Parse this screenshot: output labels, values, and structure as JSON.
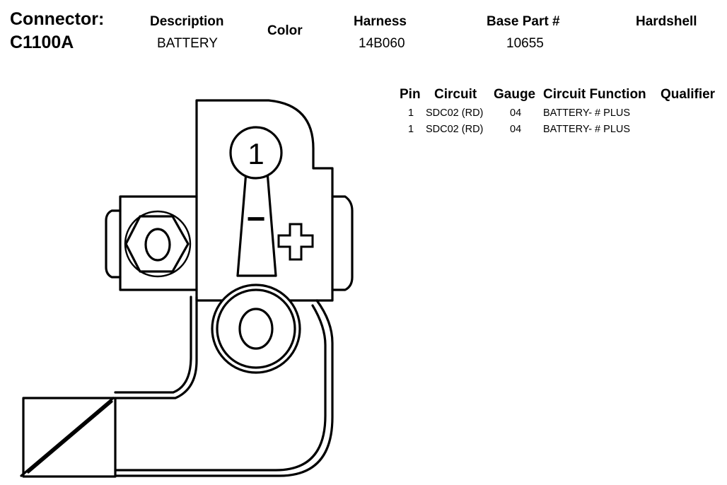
{
  "connector": {
    "label": "Connector:",
    "id": "C1100A"
  },
  "header": {
    "description_label": "Description",
    "description_value": "BATTERY",
    "color_label": "Color",
    "color_value": "",
    "harness_label": "Harness",
    "harness_value": "14B060",
    "base_part_label": "Base Part #",
    "base_part_value": "10655",
    "hardshell_label": "Hardshell",
    "hardshell_value": ""
  },
  "pin_table": {
    "columns": [
      "Pin",
      "Circuit",
      "Gauge",
      "Circuit Function",
      "Qualifier"
    ],
    "rows": [
      {
        "pin": "1",
        "circuit": "SDC02 (RD)",
        "gauge": "04",
        "function": "BATTERY- # PLUS",
        "qualifier": ""
      },
      {
        "pin": "1",
        "circuit": "SDC02 (RD)",
        "gauge": "04",
        "function": "BATTERY- # PLUS",
        "qualifier": ""
      }
    ]
  },
  "diagram": {
    "pin_number": "1",
    "minus_symbol": "−",
    "plus_symbol": "+",
    "line_color": "#000000"
  }
}
